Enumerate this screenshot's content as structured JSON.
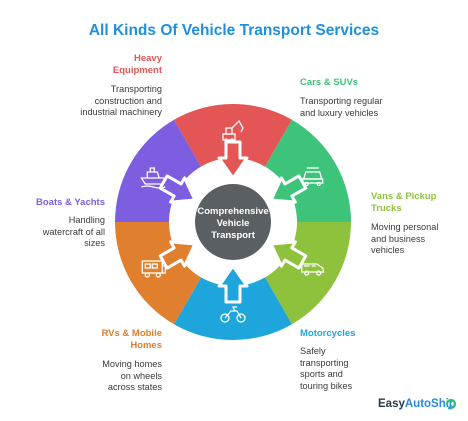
{
  "title": "All Kinds Of Vehicle Transport Services",
  "center": {
    "line1": "Comprehensive",
    "line2": "Vehicle",
    "line3": "Transport"
  },
  "segments": [
    {
      "label": [
        "Heavy",
        "Equipment"
      ],
      "desc": [
        "Transporting",
        "construction and",
        "industrial machinery"
      ],
      "color": "#e45555",
      "icon": "excavator-icon"
    },
    {
      "label": [
        "Cars & SUVs"
      ],
      "desc": [
        "Transporting regular",
        "and luxury vehicles"
      ],
      "color": "#3ec47a",
      "icon": "car-icon"
    },
    {
      "label": [
        "Vans & Pickup",
        "Trucks"
      ],
      "desc": [
        "Moving personal",
        "and business",
        "vehicles"
      ],
      "color": "#8ec23c",
      "icon": "van-icon"
    },
    {
      "label": [
        "Motorcycles"
      ],
      "desc": [
        "Safely",
        "transporting",
        "sports and",
        "touring bikes"
      ],
      "color": "#1ea6dc",
      "icon": "motorcycle-icon"
    },
    {
      "label": [
        "RVs & Mobile",
        "Homes"
      ],
      "desc": [
        "Moving homes",
        "on wheels",
        "across states"
      ],
      "color": "#e07f2e",
      "icon": "rv-icon"
    },
    {
      "label": [
        "Boats & Yachts"
      ],
      "desc": [
        "Handling",
        "watercraft of all",
        "sizes"
      ],
      "color": "#7e5ee0",
      "icon": "boat-icon"
    }
  ],
  "brand": {
    "part1": "Easy",
    "part2": "AutoShip"
  }
}
